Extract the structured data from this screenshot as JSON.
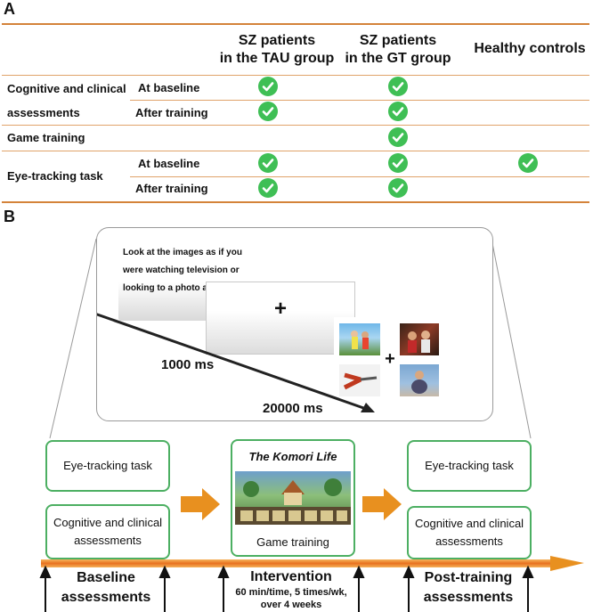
{
  "panel_a": {
    "label": "A",
    "columns": [
      {
        "line1": "SZ patients",
        "line2": "in the TAU group"
      },
      {
        "line1": "SZ patients",
        "line2": "in the GT group"
      },
      {
        "line1": "Healthy controls",
        "line2": ""
      }
    ],
    "rows": {
      "cog_group": "Cognitive and clinical",
      "cog_group2": "assessments",
      "cog_baseline": "At baseline",
      "cog_after": "After training",
      "game": "Game training",
      "eye_group": "Eye-tracking task",
      "eye_baseline": "At baseline",
      "eye_after": "After training"
    },
    "check_icon": "check-circle-icon",
    "check_color": "#3fbf55"
  },
  "panel_b": {
    "label": "B",
    "instruction_lines": [
      "Look at the images as if you",
      "were watching television or",
      "looking to a photo album."
    ],
    "fixation": "+",
    "time_1": "1000 ms",
    "time_2": "20000 ms",
    "boxes": {
      "eye_left": "Eye-tracking task",
      "cog_left_1": "Cognitive and clinical",
      "cog_left_2": "assessments",
      "game_title": "The Komori Life",
      "game_label": "Game training",
      "eye_right": "Eye-tracking task",
      "cog_right_1": "Cognitive and clinical",
      "cog_right_2": "assessments"
    },
    "timeline": {
      "baseline_1": "Baseline",
      "baseline_2": "assessments",
      "intervention": "Intervention",
      "intervention_sub1": "60 min/time, 5 times/wk,",
      "intervention_sub2": "over 4 weeks",
      "post_1": "Post-training",
      "post_2": "assessments"
    },
    "accent_color": "#e8901f",
    "box_border_color": "#4caf62"
  }
}
